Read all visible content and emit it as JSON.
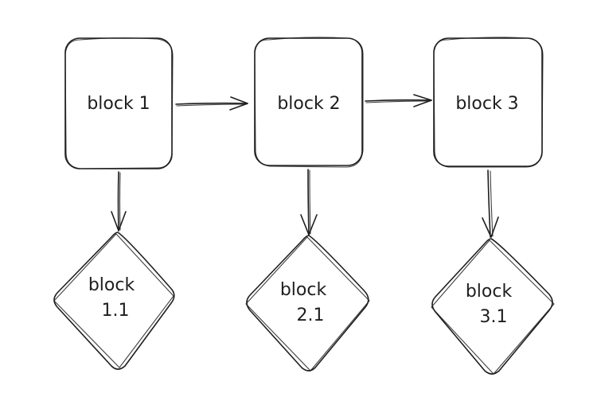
{
  "diagram": {
    "fill_color": "#ececec",
    "stroke_color": "#1e1e1e",
    "background": "#ffffff",
    "top_blocks": [
      {
        "id": "b1",
        "label": "block 1"
      },
      {
        "id": "b2",
        "label": "block 2"
      },
      {
        "id": "b3",
        "label": "block 3"
      }
    ],
    "sub_blocks": [
      {
        "id": "b11",
        "line1": "block",
        "line2": "1.1"
      },
      {
        "id": "b21",
        "line1": "block",
        "line2": "2.1"
      },
      {
        "id": "b31",
        "line1": "block",
        "line2": "3.1"
      }
    ],
    "arrows": [
      {
        "from": "b1",
        "to": "b2"
      },
      {
        "from": "b2",
        "to": "b3"
      },
      {
        "from": "b1",
        "to": "b11"
      },
      {
        "from": "b2",
        "to": "b21"
      },
      {
        "from": "b3",
        "to": "b31"
      }
    ]
  }
}
